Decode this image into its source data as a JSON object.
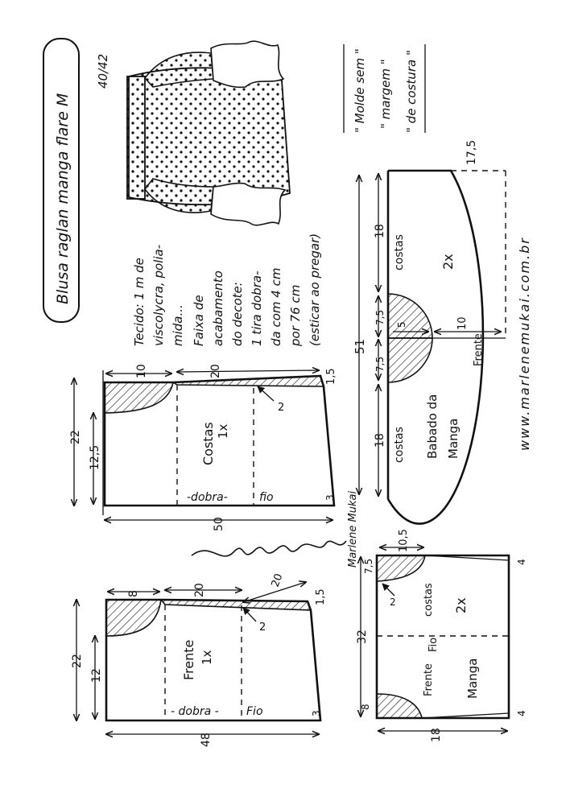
{
  "title": "Blusa raglan manga flare M",
  "size": "40/42",
  "note": [
    "\" Molde sem \"",
    "\" margem \"",
    "\" de costura \""
  ],
  "fabric": [
    "Tecido: 1 m de",
    "viscolycra, polia-",
    "mida..."
  ],
  "neck_band": [
    "Faixa de",
    "acabamento",
    "do decote:",
    "1 tira dobra-",
    "da com 4 cm",
    "por 76 cm",
    "(esticar ao pregar)"
  ],
  "website": "www.marlenemukai.com.br",
  "costas": {
    "label": "Costas",
    "count": "1x",
    "dims": {
      "top_left": "10",
      "top_mid": "20",
      "right_drop": "1,5",
      "diag": "2",
      "height_total": "22",
      "height_part": "12,5",
      "width": "50",
      "hem": "3"
    },
    "fold": "-dobra-",
    "grain": "fio"
  },
  "frente": {
    "label": "Frente",
    "count": "1x",
    "dims": {
      "top_left": "8",
      "top_mid": "20",
      "diag_top": "20",
      "right_drop": "1,5",
      "diag": "2",
      "height_total": "22",
      "height_part": "12",
      "width": "48",
      "hem": "3"
    },
    "fold": "- dobra -",
    "grain": "Fio"
  },
  "babado": {
    "label": [
      "Babado da",
      "Manga"
    ],
    "count": "2x",
    "dims": {
      "total": "51",
      "costas_top": "18",
      "costas_bottom": "18",
      "half_top": "7,5",
      "half_bottom": "7,5",
      "radius": "5",
      "depth": "10",
      "edge": "17,5"
    },
    "back_top": "costas",
    "back_bottom": "costas",
    "front": "Frente"
  },
  "manga": {
    "label": "Manga",
    "count": "2x",
    "dims": {
      "top": "10,5",
      "back_drop": "7,5",
      "diag": "2",
      "right_top": "4",
      "height": "32",
      "front_drop": "8",
      "right_bottom": "4",
      "width": "18"
    },
    "back": "costas",
    "front": "Frente",
    "grain": "Fio"
  },
  "signature": "Marlene Mukai"
}
